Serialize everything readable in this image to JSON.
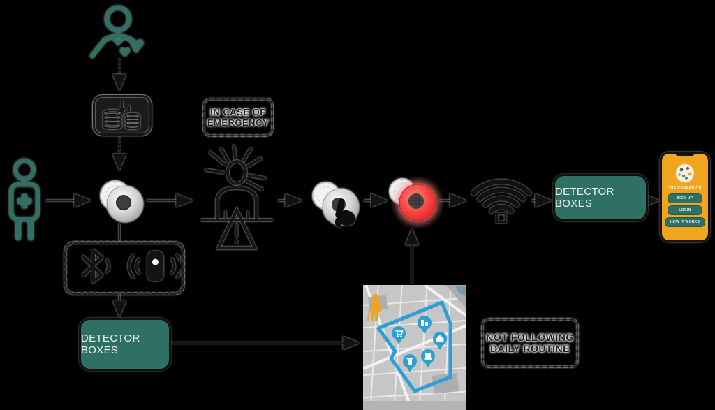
{
  "labels": {
    "in_case_of_emergency": {
      "line1": "IN CASE OF",
      "line2": "EMERGENCY"
    },
    "not_following_routine": {
      "line1": "NOT FOLLOWING",
      "line2": "DAILY ROUTINE"
    },
    "detector_boxes_left": "DETECTOR BOXES",
    "detector_boxes_right": "DETECTOR BOXES"
  },
  "phone": {
    "app_title": "THE COMPANION",
    "buttons": [
      {
        "label": "SIGN UP"
      },
      {
        "label": "LOGIN"
      },
      {
        "label": "HOW IT WORKS"
      }
    ]
  },
  "colors": {
    "background": "#000000",
    "teal": "#2E7164",
    "alarm_red": "#EE1F26",
    "phone_orange": "#F0A51F",
    "map_blue": "#2D9FD4",
    "map_person_orange": "#F0A41E",
    "line_dark": "#141414"
  },
  "icons": [
    "caregiver-person-icon",
    "hearts-icon",
    "data-coils-icon",
    "camera-sensor-icon",
    "patient-person-icon",
    "emergency-person-icon",
    "press-button-icon",
    "alarm-sensor-icon",
    "wifi-icon",
    "bluetooth-icon",
    "wearable-device-icon",
    "map-geofence",
    "map-pin-cart-icon",
    "map-pin-buildings-icon",
    "map-pin-house-icon",
    "map-pin-laptop-icon",
    "map-pin-bin-icon",
    "elderly-person-icon",
    "smartphone"
  ]
}
